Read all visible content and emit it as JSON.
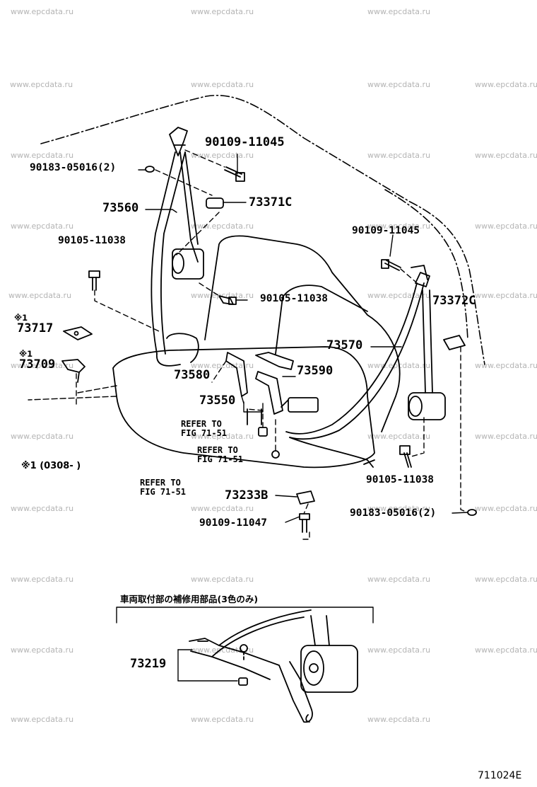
{
  "watermark": "www.epcdata.ru",
  "figure_number": "711024E",
  "callouts": {
    "p90109_11045_upper": "90109-11045",
    "p90183_05016_left": "90183-05016(2)",
    "p73560": "73560",
    "p73371c": "73371C",
    "p90105_11038_left": "90105-11038",
    "p90105_11038_mid": "90105-11038",
    "p90109_11045_right": "90109-11045",
    "p73372c": "73372C",
    "mark_1a": "※1",
    "p73717": "73717",
    "mark_1b": "※1",
    "p73709": "73709",
    "p73570": "73570",
    "p73580": "73580",
    "p73590": "73590",
    "p73550": "73550",
    "refer1_l1": "REFER TO",
    "refer1_l2": "FIG 71-51",
    "refer2_l1": "REFER TO",
    "refer2_l2": "FIG 71-51",
    "refer3_l1": "REFER TO",
    "refer3_l2": "FIG 71-51",
    "note_0308": "※1 (0308-        )",
    "p90105_11038_right": "90105-11038",
    "p73233b": "73233B",
    "p90109_11047": "90109-11047",
    "p90183_05016_right": "90183-05016(2)",
    "inset_header": "車両取付部の補修用部品(3色のみ)",
    "p73219": "73219"
  }
}
